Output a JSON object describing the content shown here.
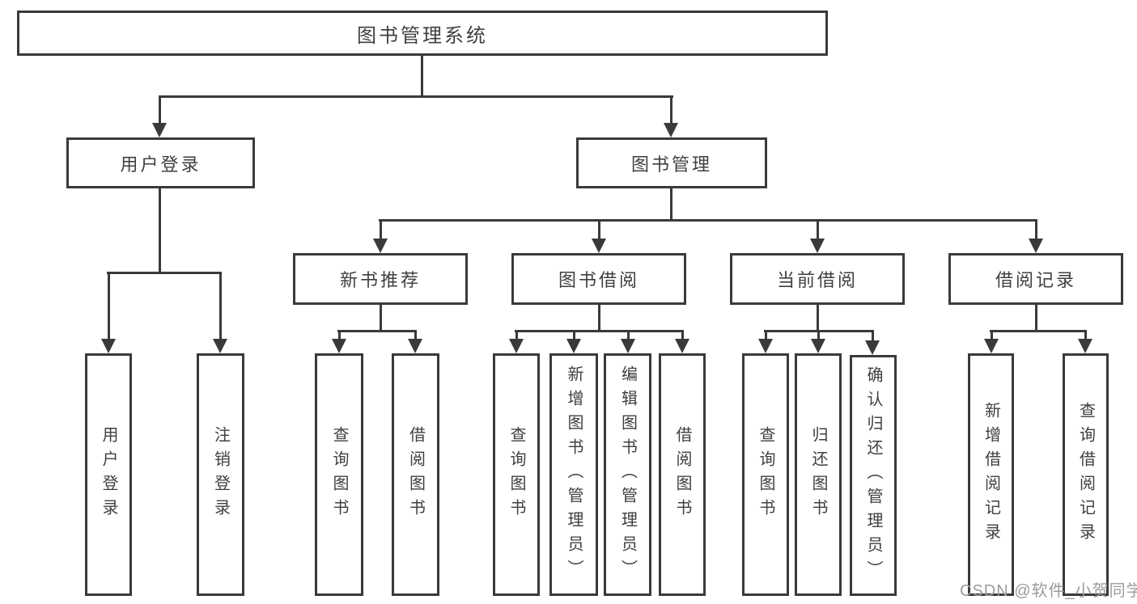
{
  "tree": {
    "root": {
      "label": "图书管理系统"
    },
    "branches": [
      {
        "label": "用户登录",
        "leaves": [
          {
            "label": "用户登录"
          },
          {
            "label": "注销登录"
          }
        ]
      },
      {
        "label": "图书管理",
        "groups": [
          {
            "label": "新书推荐",
            "leaves": [
              {
                "label": "查询图书"
              },
              {
                "label": "借阅图书"
              }
            ]
          },
          {
            "label": "图书借阅",
            "leaves": [
              {
                "label": "查询图书"
              },
              {
                "label": "新增图书（管理员）"
              },
              {
                "label": "编辑图书（管理员）"
              },
              {
                "label": "借阅图书"
              }
            ]
          },
          {
            "label": "当前借阅",
            "leaves": [
              {
                "label": "查询图书"
              },
              {
                "label": "归还图书"
              },
              {
                "label": "确认归还（管理员）"
              }
            ]
          },
          {
            "label": "借阅记录",
            "leaves": [
              {
                "label": "新增借阅记录"
              },
              {
                "label": "查询借阅记录"
              }
            ]
          }
        ]
      }
    ]
  },
  "watermark": "CSDN @软件_小贺同学",
  "colors": {
    "line": "#3a3a3a",
    "text": "#3f3f3f",
    "watermark": "#9b9b9b",
    "background": "#ffffff"
  }
}
